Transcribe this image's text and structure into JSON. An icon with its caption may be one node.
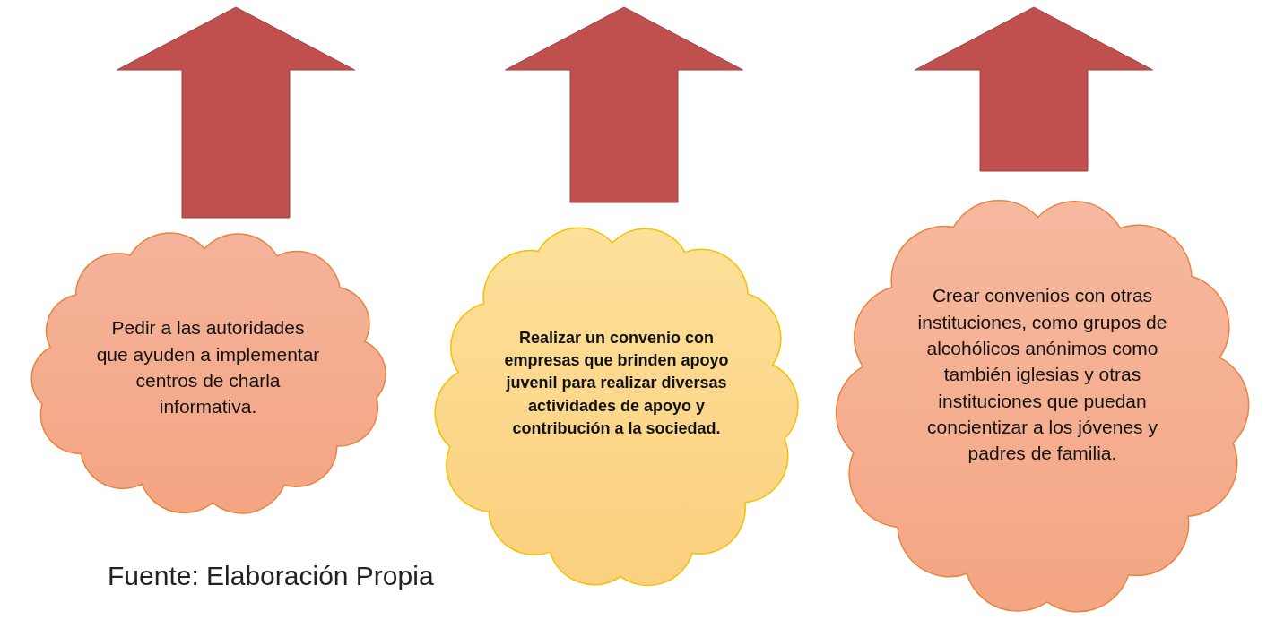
{
  "diagram": {
    "caption": "Fuente: Elaboración Propia",
    "nodes": [
      {
        "text": [
          "Pedir a las autoridades que ayuden a implementar centros de charla informativa."
        ]
      },
      {
        "text": [
          "Realizar un convenio con empresas que brinden apoyo juvenil para realizar diversas actividades de apoyo y contribución a la sociedad."
        ]
      },
      {
        "text": [
          "Crear convenios con otras instituciones, como grupos de alcohólicos anónimos como también iglesias y otras instituciones que puedan concientizar a los jóvenes y padres de familia."
        ]
      }
    ],
    "edges": [
      {
        "from": 0,
        "to": null,
        "arrow": "to"
      },
      {
        "from": 1,
        "to": null,
        "arrow": "to"
      },
      {
        "from": 2,
        "to": null,
        "arrow": "to"
      }
    ]
  }
}
